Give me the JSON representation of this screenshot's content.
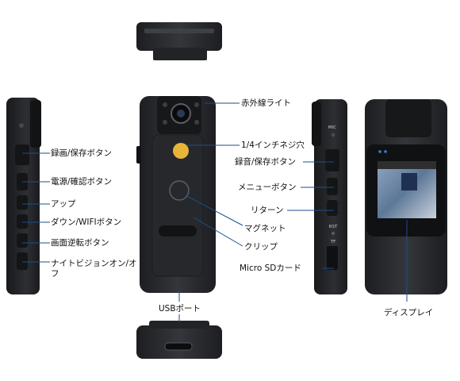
{
  "labels": {
    "record_save": "録画/保存ボタン",
    "power_confirm": "電源/確認ボタン",
    "up": "アップ",
    "down_wifi": "ダウン/WIFIボタン",
    "screen_flip": "画面逆転ボタン",
    "night_vision": "ナイトビジョンオン/オフ",
    "infrared_light": "赤外線ライト",
    "screw_hole": "1/4インチネジ穴",
    "audio_save": "録音/保存ボタン",
    "menu": "メニューボタン",
    "return": "リターン",
    "magnet": "マグネット",
    "clip": "クリップ",
    "microsd": "Micro SDカード",
    "display": "ディスプレイ",
    "usb_port": "USBポート"
  },
  "device_markings": {
    "mic": "MIC",
    "rst": "RST",
    "tf": "TF"
  },
  "colors": {
    "body": "#2b2d31",
    "body_dark": "#1c1d20",
    "screw_mount": "#e8b43a",
    "leader_line": "#1a4f8a",
    "screen_led": "#3a7bd5"
  }
}
